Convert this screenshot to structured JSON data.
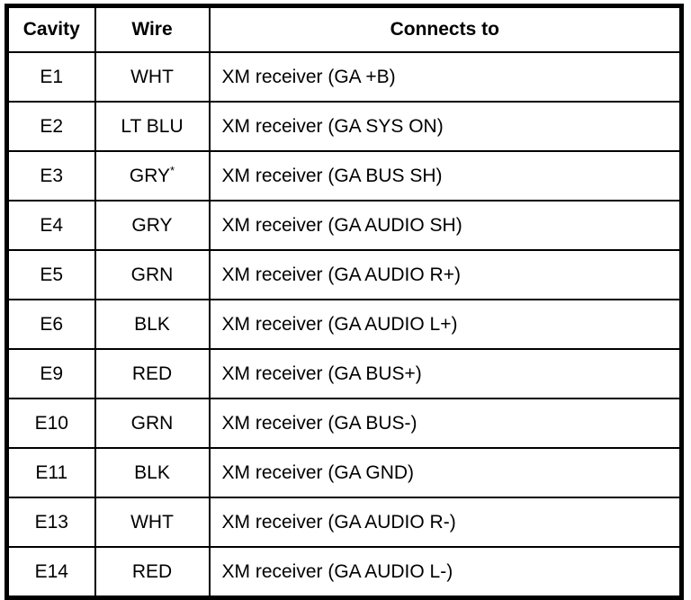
{
  "table": {
    "headers": [
      "Cavity",
      "Wire",
      "Connects to"
    ],
    "rows": [
      {
        "cavity": "E1",
        "wire": "WHT",
        "connects": "XM receiver (GA +B)"
      },
      {
        "cavity": "E2",
        "wire": "LT BLU",
        "connects": "XM receiver (GA SYS ON)"
      },
      {
        "cavity": "E3",
        "wire": "GRY",
        "wire_note": "*",
        "connects": "XM receiver (GA BUS SH)"
      },
      {
        "cavity": "E4",
        "wire": "GRY",
        "connects": "XM receiver (GA AUDIO SH)"
      },
      {
        "cavity": "E5",
        "wire": "GRN",
        "connects": "XM receiver (GA AUDIO R+)"
      },
      {
        "cavity": "E6",
        "wire": "BLK",
        "connects": "XM receiver (GA AUDIO L+)"
      },
      {
        "cavity": "E9",
        "wire": "RED",
        "connects": "XM receiver (GA BUS+)"
      },
      {
        "cavity": "E10",
        "wire": "GRN",
        "connects": "XM receiver (GA BUS-)"
      },
      {
        "cavity": "E11",
        "wire": "BLK",
        "connects": "XM receiver (GA GND)"
      },
      {
        "cavity": "E13",
        "wire": "WHT",
        "connects": "XM receiver (GA AUDIO R-)"
      },
      {
        "cavity": "E14",
        "wire": "RED",
        "connects": "XM receiver (GA AUDIO L-)"
      }
    ],
    "colors": {
      "border": "#000000",
      "background": "#ffffff",
      "text": "#000000"
    }
  }
}
